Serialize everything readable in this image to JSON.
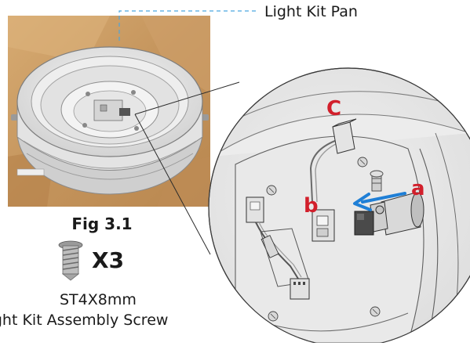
{
  "labels": {
    "light_kit_pan": "Light Kit Pan",
    "figure_caption": "Fig 3.1",
    "quantity": "X3",
    "screw_size": "ST4X8mm",
    "screw_name": "Light Kit Assembly Screw"
  },
  "callouts": {
    "c": "C",
    "a": "a",
    "b": "b"
  },
  "colors": {
    "callout_red": "#d21f2b",
    "arrow_blue": "#1f7fd6",
    "leader_blue": "#4aa6e0",
    "wood": "#c89a63"
  },
  "icons": [
    "screw-icon"
  ]
}
